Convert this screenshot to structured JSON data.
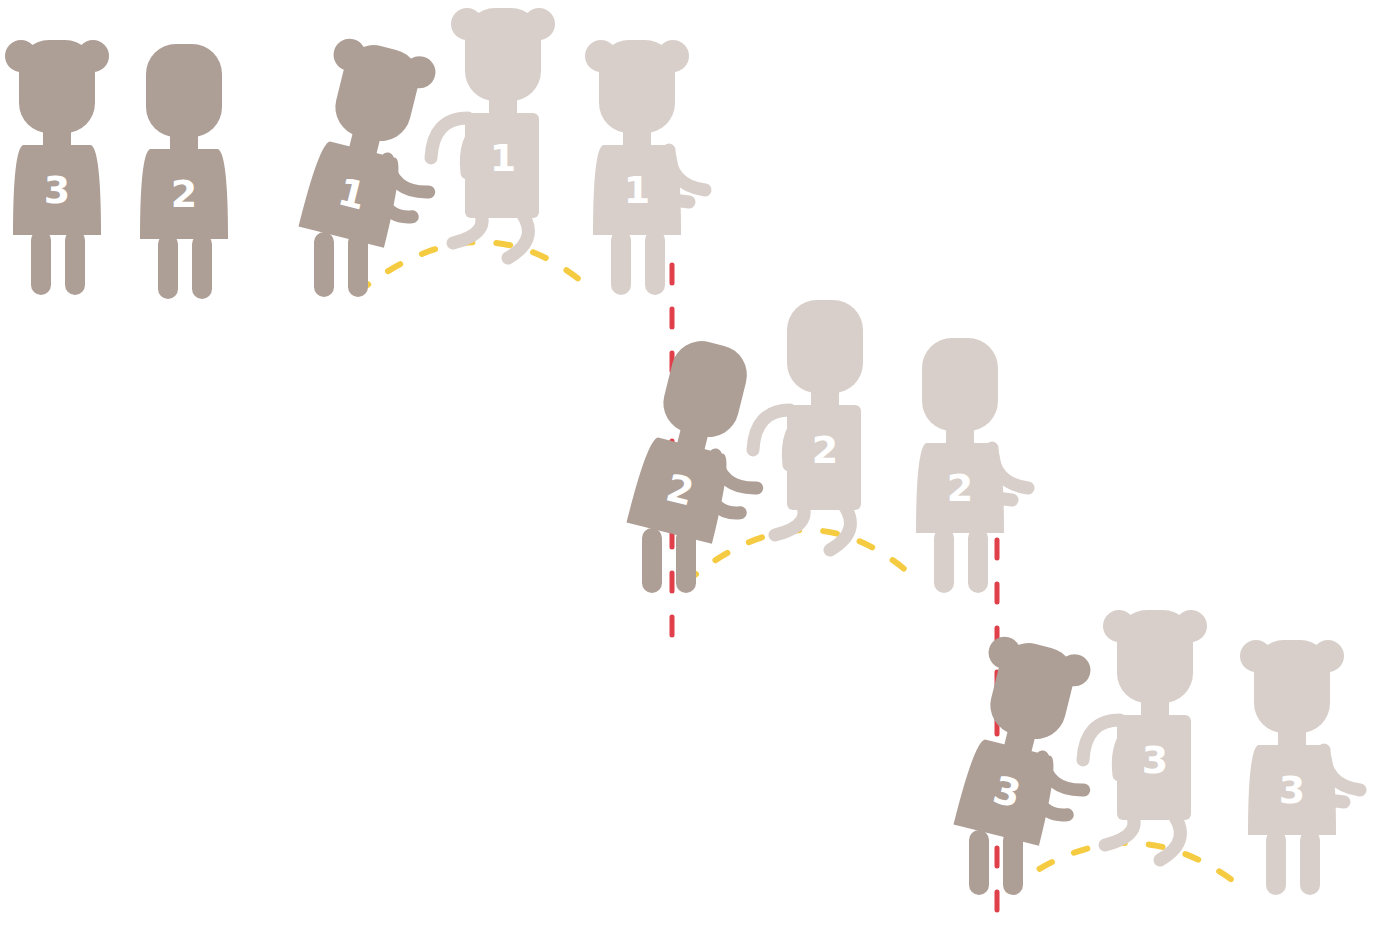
{
  "diagram": {
    "labels": [
      "3",
      "2",
      "1",
      "1",
      "1",
      "2",
      "2",
      "2",
      "3",
      "3",
      "3"
    ]
  }
}
